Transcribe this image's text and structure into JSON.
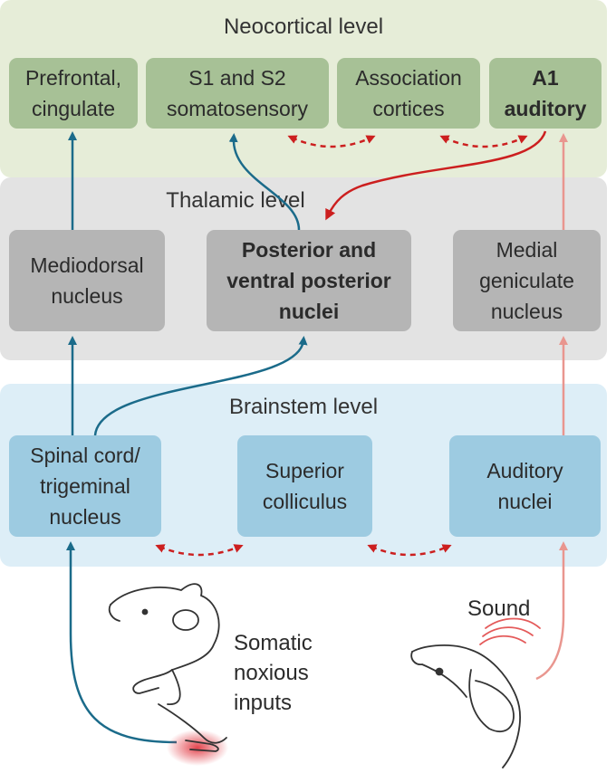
{
  "levels": {
    "neocortical": "Neocortical level",
    "thalamic": "Thalamic level",
    "brainstem": "Brainstem level"
  },
  "neocortical_nodes": {
    "prefrontal": "Prefrontal,\ncingulate",
    "somatosensory": "S1 and S2\nsomatosensory",
    "association": "Association\ncortices",
    "auditory": "A1\nauditory"
  },
  "thalamic_nodes": {
    "mediodorsal": "Mediodorsal\nnucleus",
    "posterior": "Posterior and\nventral posterior\nnuclei",
    "medial_geniculate": "Medial\ngeniculate\nnucleus"
  },
  "brainstem_nodes": {
    "spinal": "Spinal cord/\ntrigeminal\nnucleus",
    "colliculus": "Superior\ncolliculus",
    "auditory_nuclei": "Auditory\nnuclei"
  },
  "inputs": {
    "somatic": "Somatic\nnoxious\ninputs",
    "sound": "Sound"
  },
  "colors": {
    "neocortical_band": "#e6edd8",
    "thalamic_band": "#e3e3e3",
    "brainstem_band": "#ddeef7",
    "somatic_pathway": "#1b6b8a",
    "auditory_pathway": "#e9968f",
    "crosstalk": "#cc1f1f"
  }
}
